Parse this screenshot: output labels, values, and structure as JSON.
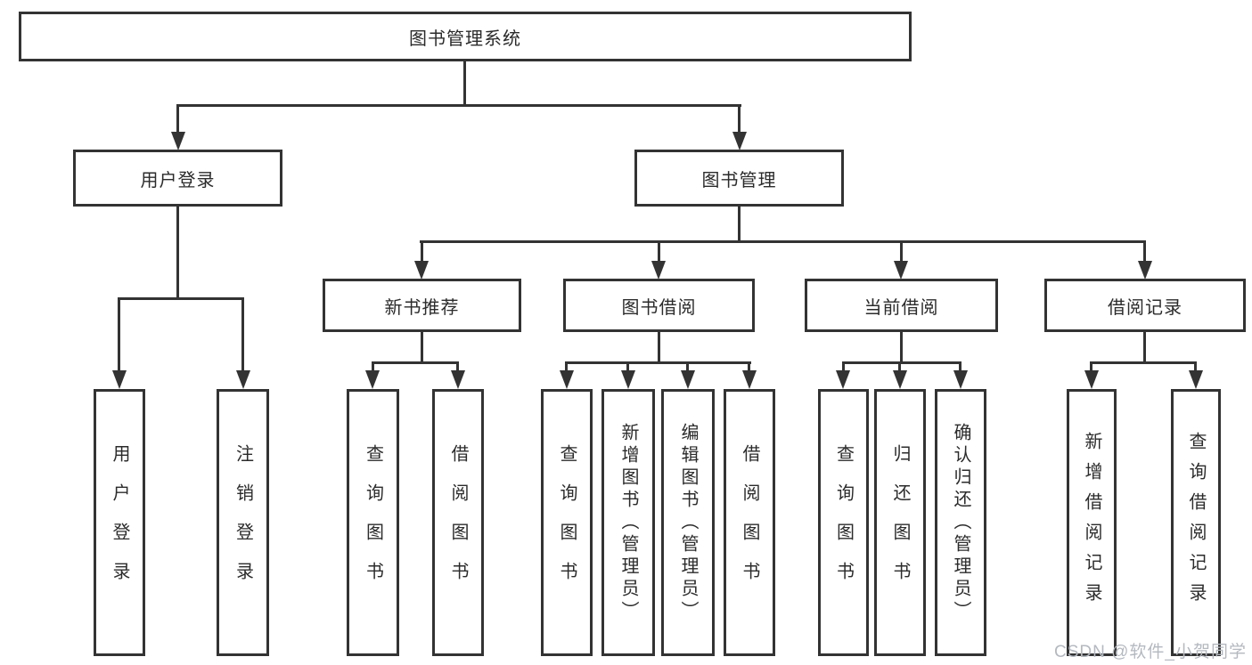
{
  "diagram": {
    "title": "图书管理系统",
    "level2": {
      "user_login": "用户登录",
      "book_management": "图书管理"
    },
    "level3": {
      "new_book_recommend": "新书推荐",
      "book_borrow": "图书借阅",
      "current_borrow": "当前借阅",
      "borrow_records": "借阅记录"
    },
    "leaves": {
      "user_login": "用户登录",
      "logout": "注销登录",
      "nr_query_books": "查询图书",
      "nr_borrow_books": "借阅图书",
      "bb_query_books": "查询图书",
      "bb_add_books": "新增图书（管理员）",
      "bb_edit_books": "编辑图书（管理员）",
      "bb_borrow_books": "借阅图书",
      "cb_query_books": "查询图书",
      "cb_return_books": "归还图书",
      "cb_confirm_return": "确认归还（管理员）",
      "br_add_record": "新增借阅记录",
      "br_query_record": "查询借阅记录"
    },
    "watermark": "CSDN @软件_小贺同学",
    "colors": {
      "line": "#333333",
      "box_background": "#ffffff",
      "text": "#2b2b2b",
      "watermark": "#b4b9c0"
    }
  }
}
